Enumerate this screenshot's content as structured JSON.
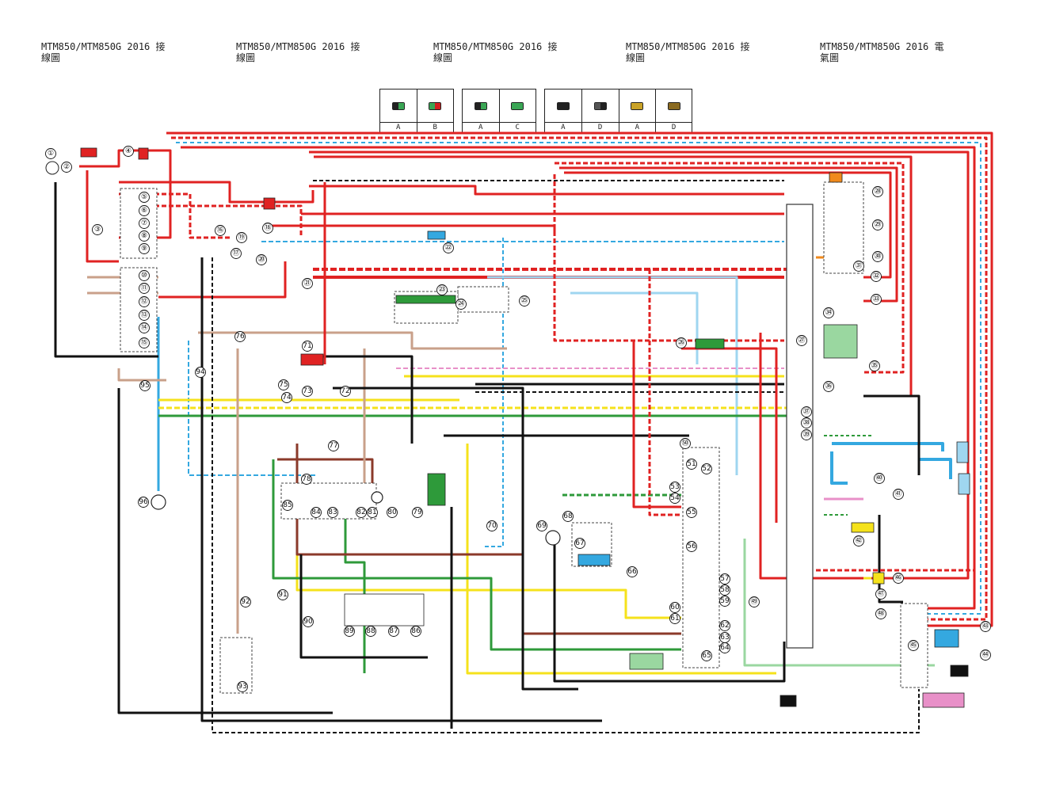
{
  "headers": [
    {
      "id": "h1",
      "text": "MTM850/MTM850G 2016 接\n線圖"
    },
    {
      "id": "h2",
      "text": "MTM850/MTM850G 2016 接\n線圖"
    },
    {
      "id": "h3",
      "text": "MTM850/MTM850G 2016 接\n線圖"
    },
    {
      "id": "h4",
      "text": "MTM850/MTM850G 2016 接\n線圖"
    },
    {
      "id": "h5",
      "text": "MTM850/MTM850G 2016 電\n氣圖"
    }
  ],
  "connector_tables": [
    {
      "cells": [
        {
          "label": "A",
          "colors": [
            "#222222",
            "#3aa655"
          ]
        },
        {
          "label": "B",
          "colors": [
            "#3aa655",
            "#d22020"
          ]
        }
      ]
    },
    {
      "cells": [
        {
          "label": "A",
          "colors": [
            "#222222",
            "#3aa655"
          ]
        },
        {
          "label": "C",
          "colors": [
            "#3aa655",
            "#3aa655"
          ]
        }
      ]
    },
    {
      "cells": [
        {
          "label": "A",
          "colors": [
            "#222222",
            "#222222"
          ]
        },
        {
          "label": "D",
          "colors": [
            "#555555",
            "#222222"
          ]
        },
        {
          "label": "A",
          "colors": [
            "#c9a227",
            "#c9a227"
          ]
        },
        {
          "label": "D",
          "colors": [
            "#8a6a20",
            "#8a6a20"
          ]
        }
      ]
    }
  ],
  "wire_colors": {
    "red": "#e02222",
    "black": "#111111",
    "sky_blue": "#34a8e0",
    "yellow": "#f5e21b",
    "green": "#2e9a3a",
    "brown": "#8b3a2a",
    "tan": "#c9a08a",
    "pink": "#e890c8",
    "light_blue": "#9fd6f0",
    "orange": "#f08a1c",
    "light_green": "#9ad7a0"
  },
  "component_numbers": [
    "①",
    "②",
    "③",
    "④",
    "⑤",
    "⑥",
    "⑦",
    "⑧",
    "⑨",
    "⑩",
    "⑪",
    "⑫",
    "⑬",
    "⑭",
    "⑮",
    "⑯",
    "⑰",
    "⑱",
    "⑲",
    "⑳",
    "㉑",
    "㉒",
    "㉓",
    "㉔",
    "㉕",
    "㉖",
    "㉗",
    "㉘",
    "㉙",
    "㉚",
    "㉛",
    "㉜",
    "㉝",
    "㉞",
    "㉟",
    "㊱",
    "㊲",
    "㊳",
    "㊴",
    "㊵",
    "㊶",
    "㊷",
    "㊸",
    "㊹",
    "㊺",
    "㊻",
    "㊼",
    "㊽",
    "㊾",
    "㊿",
    "51",
    "52",
    "53",
    "54",
    "55",
    "56",
    "57",
    "58",
    "59",
    "60",
    "61",
    "62",
    "63",
    "64",
    "65",
    "66",
    "67",
    "68",
    "69",
    "70",
    "71",
    "72",
    "73",
    "74",
    "75",
    "76",
    "77",
    "78",
    "79",
    "80",
    "81",
    "82",
    "83",
    "84",
    "85",
    "86",
    "87",
    "88",
    "89",
    "90",
    "91",
    "92",
    "93",
    "94",
    "95",
    "96"
  ]
}
